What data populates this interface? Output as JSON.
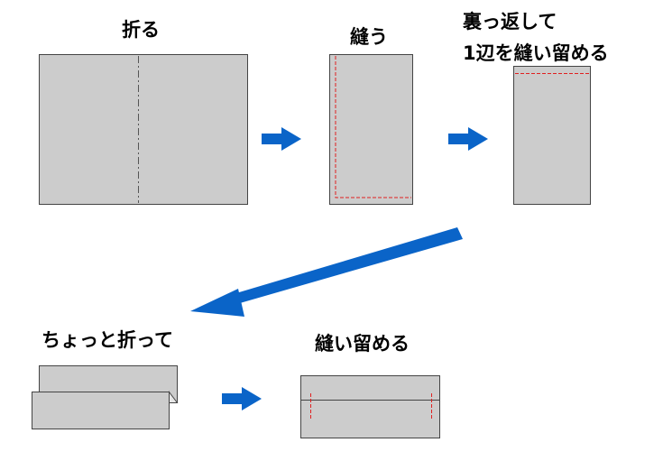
{
  "steps": [
    {
      "label": "折る"
    },
    {
      "label": "縫う"
    },
    {
      "label_line1": "裏っ返して",
      "label_line2": "1辺を縫い留める"
    },
    {
      "label": "ちょっと折って"
    },
    {
      "label": "縫い留める"
    }
  ],
  "colors": {
    "fabric": "#cccccc",
    "fabric_border": "#444444",
    "stitch": "#e02020",
    "fold_line": "#555555",
    "arrow": "#0a64c8"
  }
}
